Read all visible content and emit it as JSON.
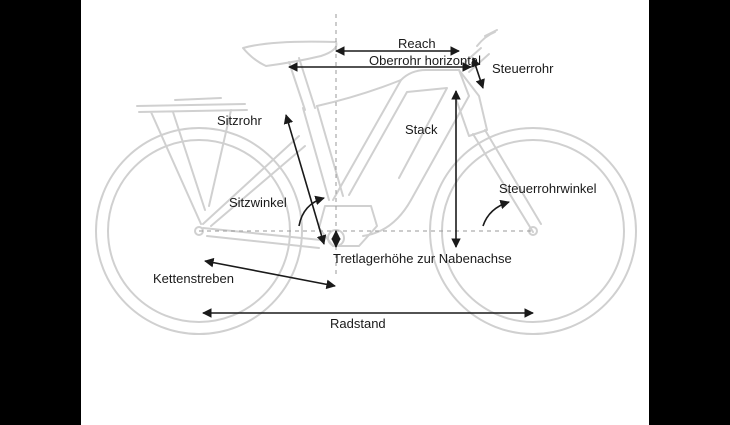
{
  "labels": {
    "reach": "Reach",
    "top_tube": "Oberrohr horizontal",
    "head_tube": "Steuerrohr",
    "seat_tube": "Sitzrohr",
    "stack": "Stack",
    "seat_angle": "Sitzwinkel",
    "head_angle": "Steuerrohrwinkel",
    "bb_height": "Tretlagerhöhe zur Nabenachse",
    "chainstay": "Kettenstreben",
    "wheelbase": "Radstand"
  },
  "colors": {
    "background": "#000000",
    "canvas": "#ffffff",
    "bike_lines": "#d0d0d0",
    "measure_lines": "#1a1a1a"
  }
}
